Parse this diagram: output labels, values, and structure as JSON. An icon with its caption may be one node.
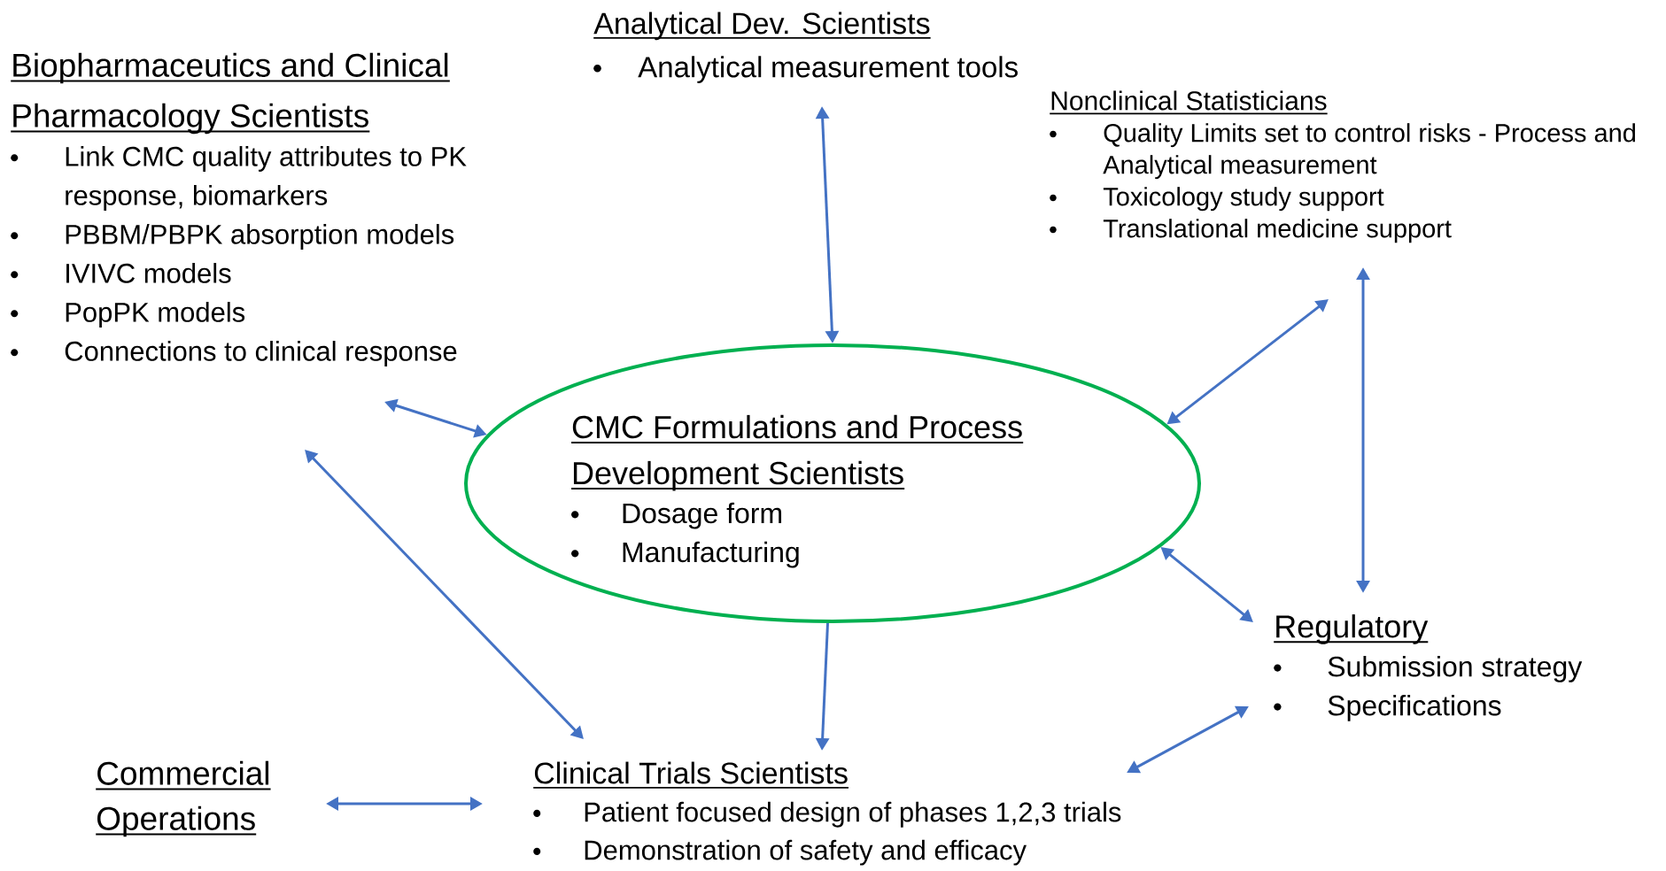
{
  "diagram": {
    "nodes": [
      {
        "text": [
          "Biopharmaceutics and Clinical Pharmacology Scientists",
          "Link CMC quality attributes to PK response, biomarkers",
          "PBBM/PBPK absorption models",
          "IVIVC models",
          "PopPK models",
          "Connections to clinical response"
        ]
      },
      {
        "text": [
          "Analytical Dev. Scientists",
          "Analytical measurement tools"
        ]
      },
      {
        "text": [
          "Nonclinical Statisticians",
          "Quality Limits set to control risks - Process and Analytical measurement",
          "Toxicology study support",
          "Translational medicine support"
        ]
      },
      {
        "text": [
          "CMC Formulations and Process Development Scientists",
          "Dosage form",
          "Manufacturing"
        ]
      },
      {
        "text": [
          "Regulatory",
          "Submission strategy",
          "Specifications"
        ]
      },
      {
        "text": [
          "Commercial Operations"
        ]
      },
      {
        "text": [
          "Clinical Trials Scientists",
          "Patient focused design of phases 1,2,3 trials",
          "Demonstration of safety and efficacy"
        ]
      }
    ],
    "edges": [
      {
        "from": 1,
        "to": 3,
        "arrow": "both"
      },
      {
        "from": 0,
        "to": 3,
        "arrow": "both"
      },
      {
        "from": 0,
        "to": 6,
        "arrow": "both"
      },
      {
        "from": 2,
        "to": 3,
        "arrow": "both"
      },
      {
        "from": 2,
        "to": 4,
        "arrow": "both"
      },
      {
        "from": 3,
        "to": 4,
        "arrow": "both"
      },
      {
        "from": 3,
        "to": 6,
        "arrow": "to"
      },
      {
        "from": 4,
        "to": 6,
        "arrow": "both"
      },
      {
        "from": 5,
        "to": 6,
        "arrow": "both"
      }
    ]
  }
}
